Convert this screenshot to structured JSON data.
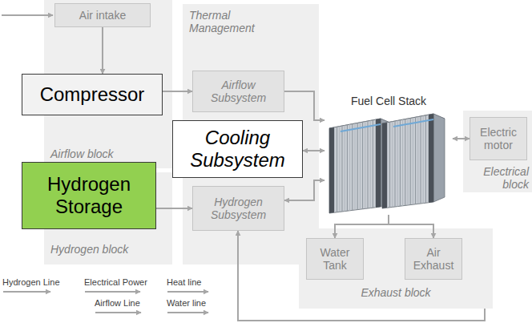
{
  "diagram": {
    "nodes": [
      {
        "text": [
          "Airflow block"
        ]
      },
      {
        "text": [
          "Air intake"
        ],
        "in": 0
      },
      {
        "text": [
          "Compressor"
        ],
        "in": 0
      },
      {
        "text": [
          "Thermal Management"
        ]
      },
      {
        "text": [
          "Airflow Subsystem"
        ],
        "in": 3
      },
      {
        "text": [
          "Cooling Subsystem"
        ],
        "in": 3
      },
      {
        "text": [
          "Hydrogen block"
        ]
      },
      {
        "text": [
          "Hydrogen Storage"
        ],
        "in": 6
      },
      {
        "text": [
          "Hydrogen Subsystem"
        ],
        "in": 3
      },
      {
        "text": [
          "Fuel Cell Stack"
        ]
      },
      {
        "text": [
          "Electrical block"
        ]
      },
      {
        "text": [
          "Electric motor"
        ],
        "in": 10
      },
      {
        "text": [
          "Exhaust block"
        ]
      },
      {
        "text": [
          "Water Tank"
        ],
        "in": 12
      },
      {
        "text": [
          "Air Exhaust"
        ],
        "in": 12
      }
    ],
    "edges": [
      {
        "from": 1,
        "to": 2,
        "arrow": "to"
      },
      {
        "from": 2,
        "to": 4,
        "arrow": "to"
      },
      {
        "from": 4,
        "to": 9,
        "arrow": "to"
      },
      {
        "from": 5,
        "to": 9,
        "arrow": "both"
      },
      {
        "from": 7,
        "to": 8,
        "arrow": "to"
      },
      {
        "from": 8,
        "to": 9,
        "arrow": "both"
      },
      {
        "from": 9,
        "to": 11,
        "arrow": "both"
      },
      {
        "from": 9,
        "to": 13,
        "arrow": "to"
      },
      {
        "from": 9,
        "to": 14,
        "arrow": "to"
      },
      {
        "from": 12,
        "to": 8,
        "arrow": "to"
      }
    ],
    "legend": [
      {
        "text": "Hydrogen Line"
      },
      {
        "text": "Electrical Power"
      },
      {
        "text": "Heat line"
      },
      {
        "text": "Airflow Line"
      },
      {
        "text": "Water line"
      }
    ]
  }
}
